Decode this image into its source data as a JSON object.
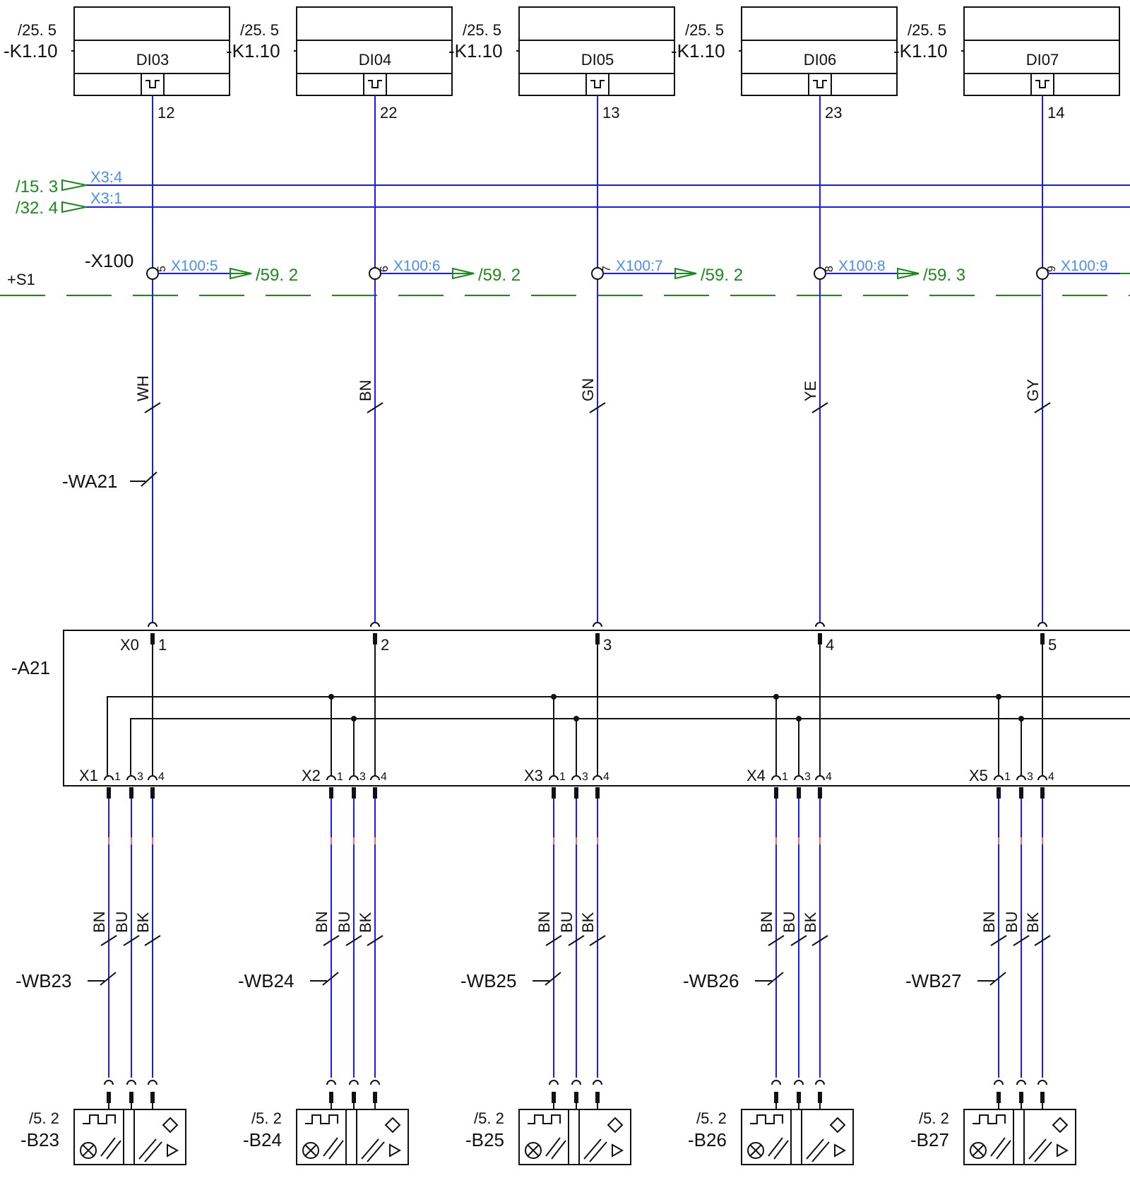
{
  "colors": {
    "wire": "#1a1aff",
    "signal_ref": "#1a8a1a",
    "label_blue": "#4a8cff",
    "black": "#111111",
    "break_mark": "#ff6666"
  },
  "top_refs": {
    "bus": [
      {
        "ref": "/15. 3",
        "name": "X3:4"
      },
      {
        "ref": "/32. 4",
        "name": "X3:1"
      }
    ]
  },
  "terminal_strip": {
    "name": "-X100",
    "location": "+S1"
  },
  "device": {
    "name": "-A21",
    "x0": "X0"
  },
  "channels": [
    {
      "input": {
        "ref": "/25. 5",
        "device": "-K1.10",
        "name": "DI03",
        "terminal": "12"
      },
      "terminal": {
        "num": "5",
        "label": "X100:5",
        "ref": "/59. 2"
      },
      "wire_color": "WH",
      "pin": "1",
      "port": {
        "name": "X1",
        "pins": [
          "1",
          "3",
          "4"
        ]
      },
      "cable": {
        "name": "-WB23",
        "cores": [
          "BN",
          "BU",
          "BK"
        ]
      },
      "sensor": {
        "ref": "/5. 2",
        "name": "-B23"
      }
    },
    {
      "input": {
        "ref": "/25. 5",
        "device": "-K1.10",
        "name": "DI04",
        "terminal": "22"
      },
      "terminal": {
        "num": "6",
        "label": "X100:6",
        "ref": "/59. 2"
      },
      "wire_color": "BN",
      "pin": "2",
      "port": {
        "name": "X2",
        "pins": [
          "1",
          "3",
          "4"
        ]
      },
      "cable": {
        "name": "-WB24",
        "cores": [
          "BN",
          "BU",
          "BK"
        ]
      },
      "sensor": {
        "ref": "/5. 2",
        "name": "-B24"
      }
    },
    {
      "input": {
        "ref": "/25. 5",
        "device": "-K1.10",
        "name": "DI05",
        "terminal": "13"
      },
      "terminal": {
        "num": "7",
        "label": "X100:7",
        "ref": "/59. 2"
      },
      "wire_color": "GN",
      "pin": "3",
      "port": {
        "name": "X3",
        "pins": [
          "1",
          "3",
          "4"
        ]
      },
      "cable": {
        "name": "-WB25",
        "cores": [
          "BN",
          "BU",
          "BK"
        ]
      },
      "sensor": {
        "ref": "/5. 2",
        "name": "-B25"
      }
    },
    {
      "input": {
        "ref": "/25. 5",
        "device": "-K1.10",
        "name": "DI06",
        "terminal": "23"
      },
      "terminal": {
        "num": "8",
        "label": "X100:8",
        "ref": "/59. 3"
      },
      "wire_color": "YE",
      "pin": "4",
      "port": {
        "name": "X4",
        "pins": [
          "1",
          "3",
          "4"
        ]
      },
      "cable": {
        "name": "-WB26",
        "cores": [
          "BN",
          "BU",
          "BK"
        ]
      },
      "sensor": {
        "ref": "/5. 2",
        "name": "-B26"
      }
    },
    {
      "input": {
        "ref": "/25. 5",
        "device": "-K1.10",
        "name": "DI07",
        "terminal": "14"
      },
      "terminal": {
        "num": "9",
        "label": "X100:9",
        "ref": ""
      },
      "wire_color": "GY",
      "pin": "5",
      "port": {
        "name": "X5",
        "pins": [
          "1",
          "3",
          "4"
        ]
      },
      "cable": {
        "name": "-WB27",
        "cores": [
          "BN",
          "BU",
          "BK"
        ]
      },
      "sensor": {
        "ref": "/5. 2",
        "name": "-B27"
      }
    }
  ]
}
